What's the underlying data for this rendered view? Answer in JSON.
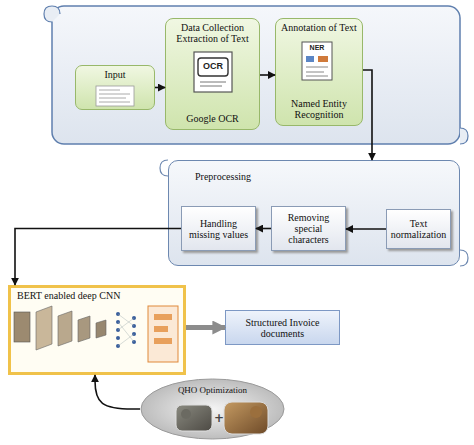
{
  "diagram": {
    "nodes": [
      {
        "text": [
          "Input"
        ]
      },
      {
        "text": [
          "Data Collection Extraction of Text",
          "Google OCR"
        ]
      },
      {
        "text": [
          "Annotation of Text",
          "Named Entity Recognition"
        ]
      },
      {
        "text": [
          "Preprocessing"
        ]
      },
      {
        "text": [
          "Handling missing values"
        ],
        "in": 3
      },
      {
        "text": [
          "Removing special characters"
        ],
        "in": 3
      },
      {
        "text": [
          "Text normalization"
        ],
        "in": 3
      },
      {
        "text": [
          "BERT enabled deep CNN"
        ]
      },
      {
        "text": [
          "Structured Invoice documents"
        ]
      },
      {
        "text": [
          "QHO Optimization"
        ]
      }
    ],
    "edges": [
      {
        "from": 0,
        "to": 1,
        "arrow": "to"
      },
      {
        "from": 1,
        "to": 2,
        "arrow": "to"
      },
      {
        "from": 2,
        "to": 3,
        "arrow": "to"
      },
      {
        "from": 6,
        "to": 5,
        "arrow": "to"
      },
      {
        "from": 5,
        "to": 4,
        "arrow": "to"
      },
      {
        "from": 4,
        "to": 7,
        "arrow": "to"
      },
      {
        "from": 7,
        "to": 8,
        "arrow": "to"
      },
      {
        "from": 9,
        "to": 7,
        "arrow": "to"
      }
    ],
    "labels": [
      "OCR",
      "NER"
    ]
  }
}
